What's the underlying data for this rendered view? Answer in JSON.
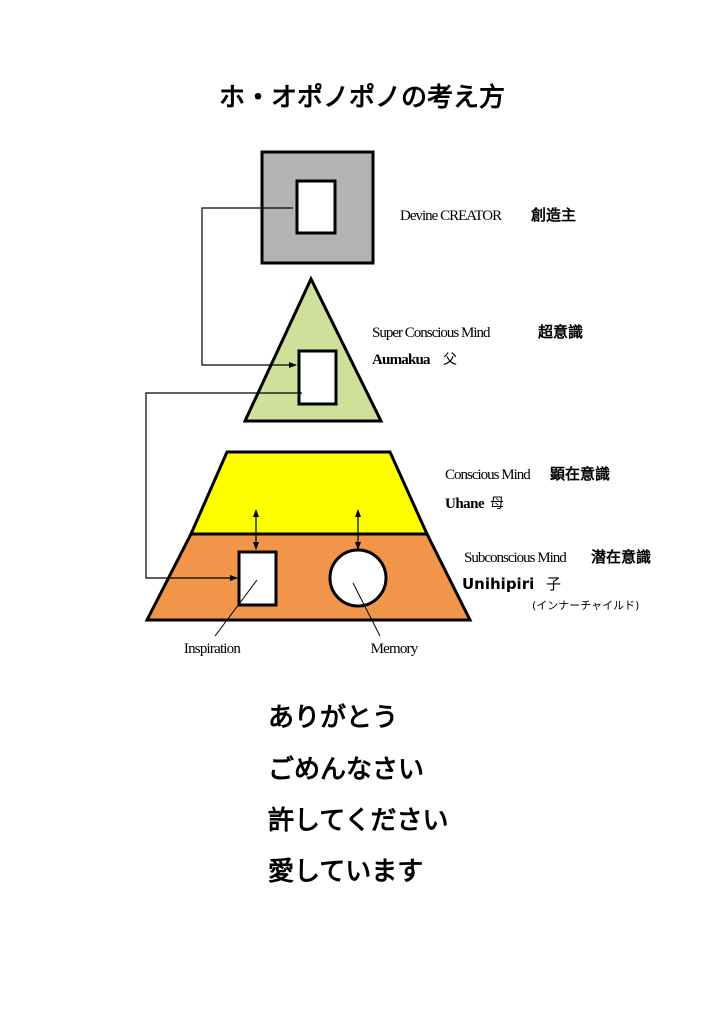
{
  "title": "ホ・オポノポノの考え方",
  "levels": {
    "creator": {
      "en": "Devine CREATOR",
      "ja": "創造主"
    },
    "super": {
      "en": "Super Conscious Mind",
      "ja": "超意識",
      "name": "Aumakua",
      "role": "父"
    },
    "conscious": {
      "en": "Conscious Mind",
      "ja": "顕在意識",
      "name": "Uhane",
      "role": "母"
    },
    "sub": {
      "en": "Subconscious Mind",
      "ja": "潜在意識",
      "name": "Unihipiri",
      "role": "子",
      "note": "(インナーチャイルド)"
    }
  },
  "labels": {
    "inspiration": "Inspiration",
    "memory": "Memory"
  },
  "phrases": [
    "ありがとう",
    "ごめんなさい",
    "許してください",
    "愛しています"
  ],
  "colors": {
    "creator": "#b3b3b3",
    "super": "#cfe09a",
    "conscious": "#ffff00",
    "sub": "#f0954a"
  }
}
